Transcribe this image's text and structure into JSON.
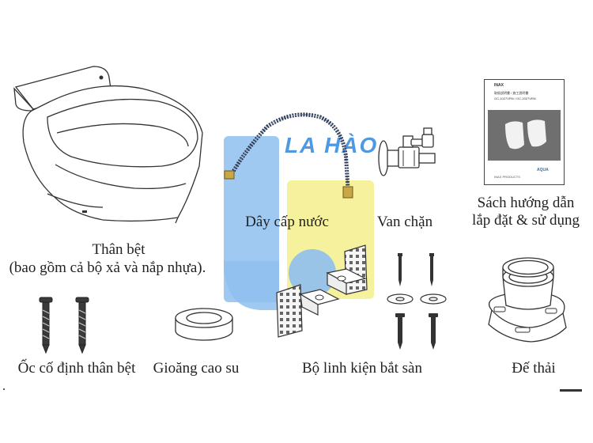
{
  "watermark": {
    "text": "LA HÀO",
    "color_blue": "#8fbff0",
    "color_yellow": "#f4ef8c"
  },
  "manual": {
    "brand": "INAX",
    "line1": "取扱説明書 / 施工説明書",
    "line2": "GC-1027VRN / GC-2027VRN",
    "logo": "AQUA",
    "footer": "INAX PRODUCTS"
  },
  "labels": {
    "toilet_body": "Thân bệt",
    "toilet_body_note": "(bao gồm cả bộ xả và nắp nhựa).",
    "water_hose": "Dây cấp nước",
    "stop_valve": "Van chặn",
    "manual_line1": "Sách hướng dẫn",
    "manual_line2": "lắp đặt & sử dụng",
    "body_screws": "Ốc cố định thân bệt",
    "rubber_gasket": "Gioăng cao su",
    "floor_kit": "Bộ linh kiện bắt sàn",
    "drain_base": "Đế thải"
  }
}
